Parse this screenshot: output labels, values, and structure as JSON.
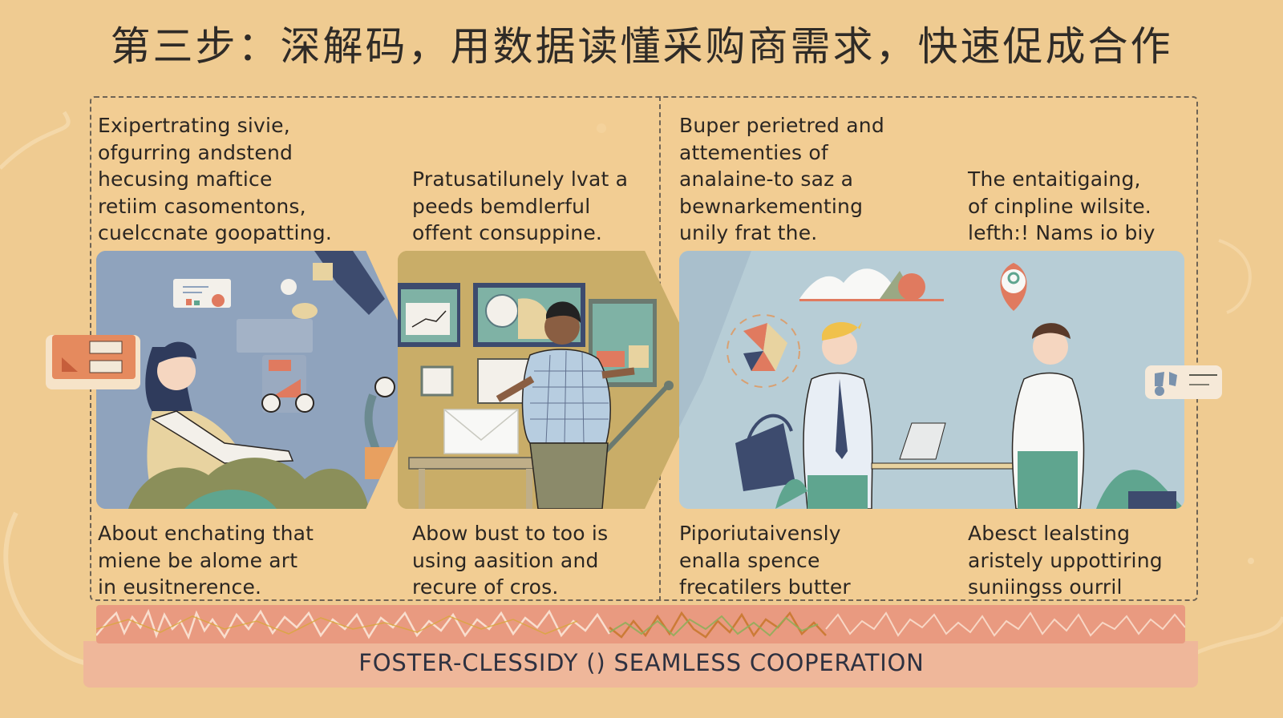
{
  "title": "第三步：深解码，用数据读懂采购商需求，快速促成合作",
  "columns": [
    {
      "top_text": "Exipertrating sivie,\nofgurring andstend\nhecusing maftice\nretiim casomentons,\ncuelccnate goopatting.",
      "bottom_text": "About enchating that\nmiene be alome art\nin eusitnerence.",
      "scene": "woman-presenting-dashboard"
    },
    {
      "top_text": "Pratusatilunely lvat a\npeeds bemdlerful\noffent consuppine.",
      "bottom_text": "Abow bust to too is\nusing aasition and\nrecure of cros.",
      "scene": "man-viewing-monitors"
    },
    {
      "top_text": "Buper perietred and\nattementies of\nanalaine-to saz a\nbewnarkementing\nunily frat the.",
      "bottom_text": "Piporiutaivensly\nenalla spence\nfrecatilers butter",
      "scene": "two-businessmen-meeting"
    },
    {
      "top_text": "The entaitigaing,\nof cinpline wilsite.\nlefth:! Nams io biy",
      "bottom_text": "Abesct lealsting\naristely uppottiring\nsuniingss ourril",
      "scene": "two-businessmen-meeting"
    }
  ],
  "footer": {
    "label": "FOSTER-CLESSIDY () SEAMLESS COOPERATION"
  },
  "colors": {
    "background": "#efcb91",
    "title_text": "#2f2b27",
    "scene1_bg": "#8fa3bd",
    "scene2_bg": "#c9ad68",
    "scene3_bg": "#b7cdd6",
    "wave_band": "#e99a80",
    "footer_band": "#efb79a",
    "accent_coral": "#e07a5f",
    "navy": "#3d4b6e",
    "teal": "#5fa58f"
  },
  "icons": [
    "chart-card-icon",
    "location-pin-icon",
    "pie-chart-icon",
    "envelope-icon",
    "clock-icon",
    "mountain-chart-icon",
    "document-card-icon"
  ]
}
